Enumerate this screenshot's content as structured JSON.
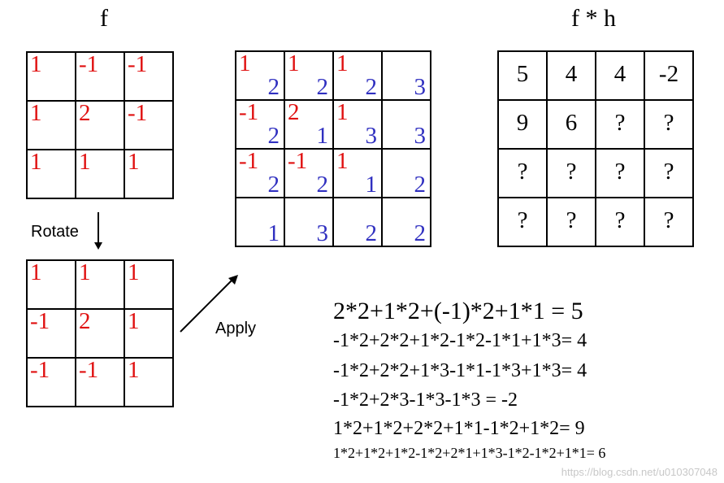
{
  "titles": {
    "f": "f",
    "fh": "f * h"
  },
  "f_matrix": [
    [
      "1",
      "-1",
      "-1"
    ],
    [
      "1",
      "2",
      "-1"
    ],
    [
      "1",
      "1",
      "1"
    ]
  ],
  "rotated_matrix": [
    [
      "1",
      "1",
      "1"
    ],
    [
      "-1",
      "2",
      "1"
    ],
    [
      "-1",
      "-1",
      "1"
    ]
  ],
  "applied_grid": [
    [
      {
        "tl": "1",
        "br": "2"
      },
      {
        "tl": "1",
        "br": "2"
      },
      {
        "tl": "1",
        "br": "2"
      },
      {
        "tl": "",
        "br": "3"
      }
    ],
    [
      {
        "tl": "-1",
        "br": "2"
      },
      {
        "tl": "2",
        "br": "1"
      },
      {
        "tl": "1",
        "br": "3"
      },
      {
        "tl": "",
        "br": "3"
      }
    ],
    [
      {
        "tl": "-1",
        "br": "2"
      },
      {
        "tl": "-1",
        "br": "2"
      },
      {
        "tl": "1",
        "br": "1"
      },
      {
        "tl": "",
        "br": "2"
      }
    ],
    [
      {
        "tl": "",
        "br": "1"
      },
      {
        "tl": "",
        "br": "3"
      },
      {
        "tl": "",
        "br": "2"
      },
      {
        "tl": "",
        "br": "2"
      }
    ]
  ],
  "result_matrix": [
    [
      "5",
      "4",
      "4",
      "-2"
    ],
    [
      "9",
      "6",
      "?",
      "?"
    ],
    [
      "?",
      "?",
      "?",
      "?"
    ],
    [
      "?",
      "?",
      "?",
      "?"
    ]
  ],
  "labels": {
    "rotate": "Rotate",
    "apply": "Apply"
  },
  "equations": [
    "2*2+1*2+(-1)*2+1*1 = 5",
    "-1*2+2*2+1*2-1*2-1*1+1*3= 4",
    "-1*2+2*2+1*3-1*1-1*3+1*3= 4",
    "-1*2+2*3-1*3-1*3 =  -2",
    "1*2+1*2+2*2+1*1-1*2+1*2= 9",
    "1*2+1*2+1*2-1*2+2*1+1*3-1*2-1*2+1*1= 6"
  ],
  "watermark": "https://blog.csdn.net/u010307048",
  "colors": {
    "kernel": "#e01010",
    "image": "#3030c0",
    "result": "#000000"
  }
}
